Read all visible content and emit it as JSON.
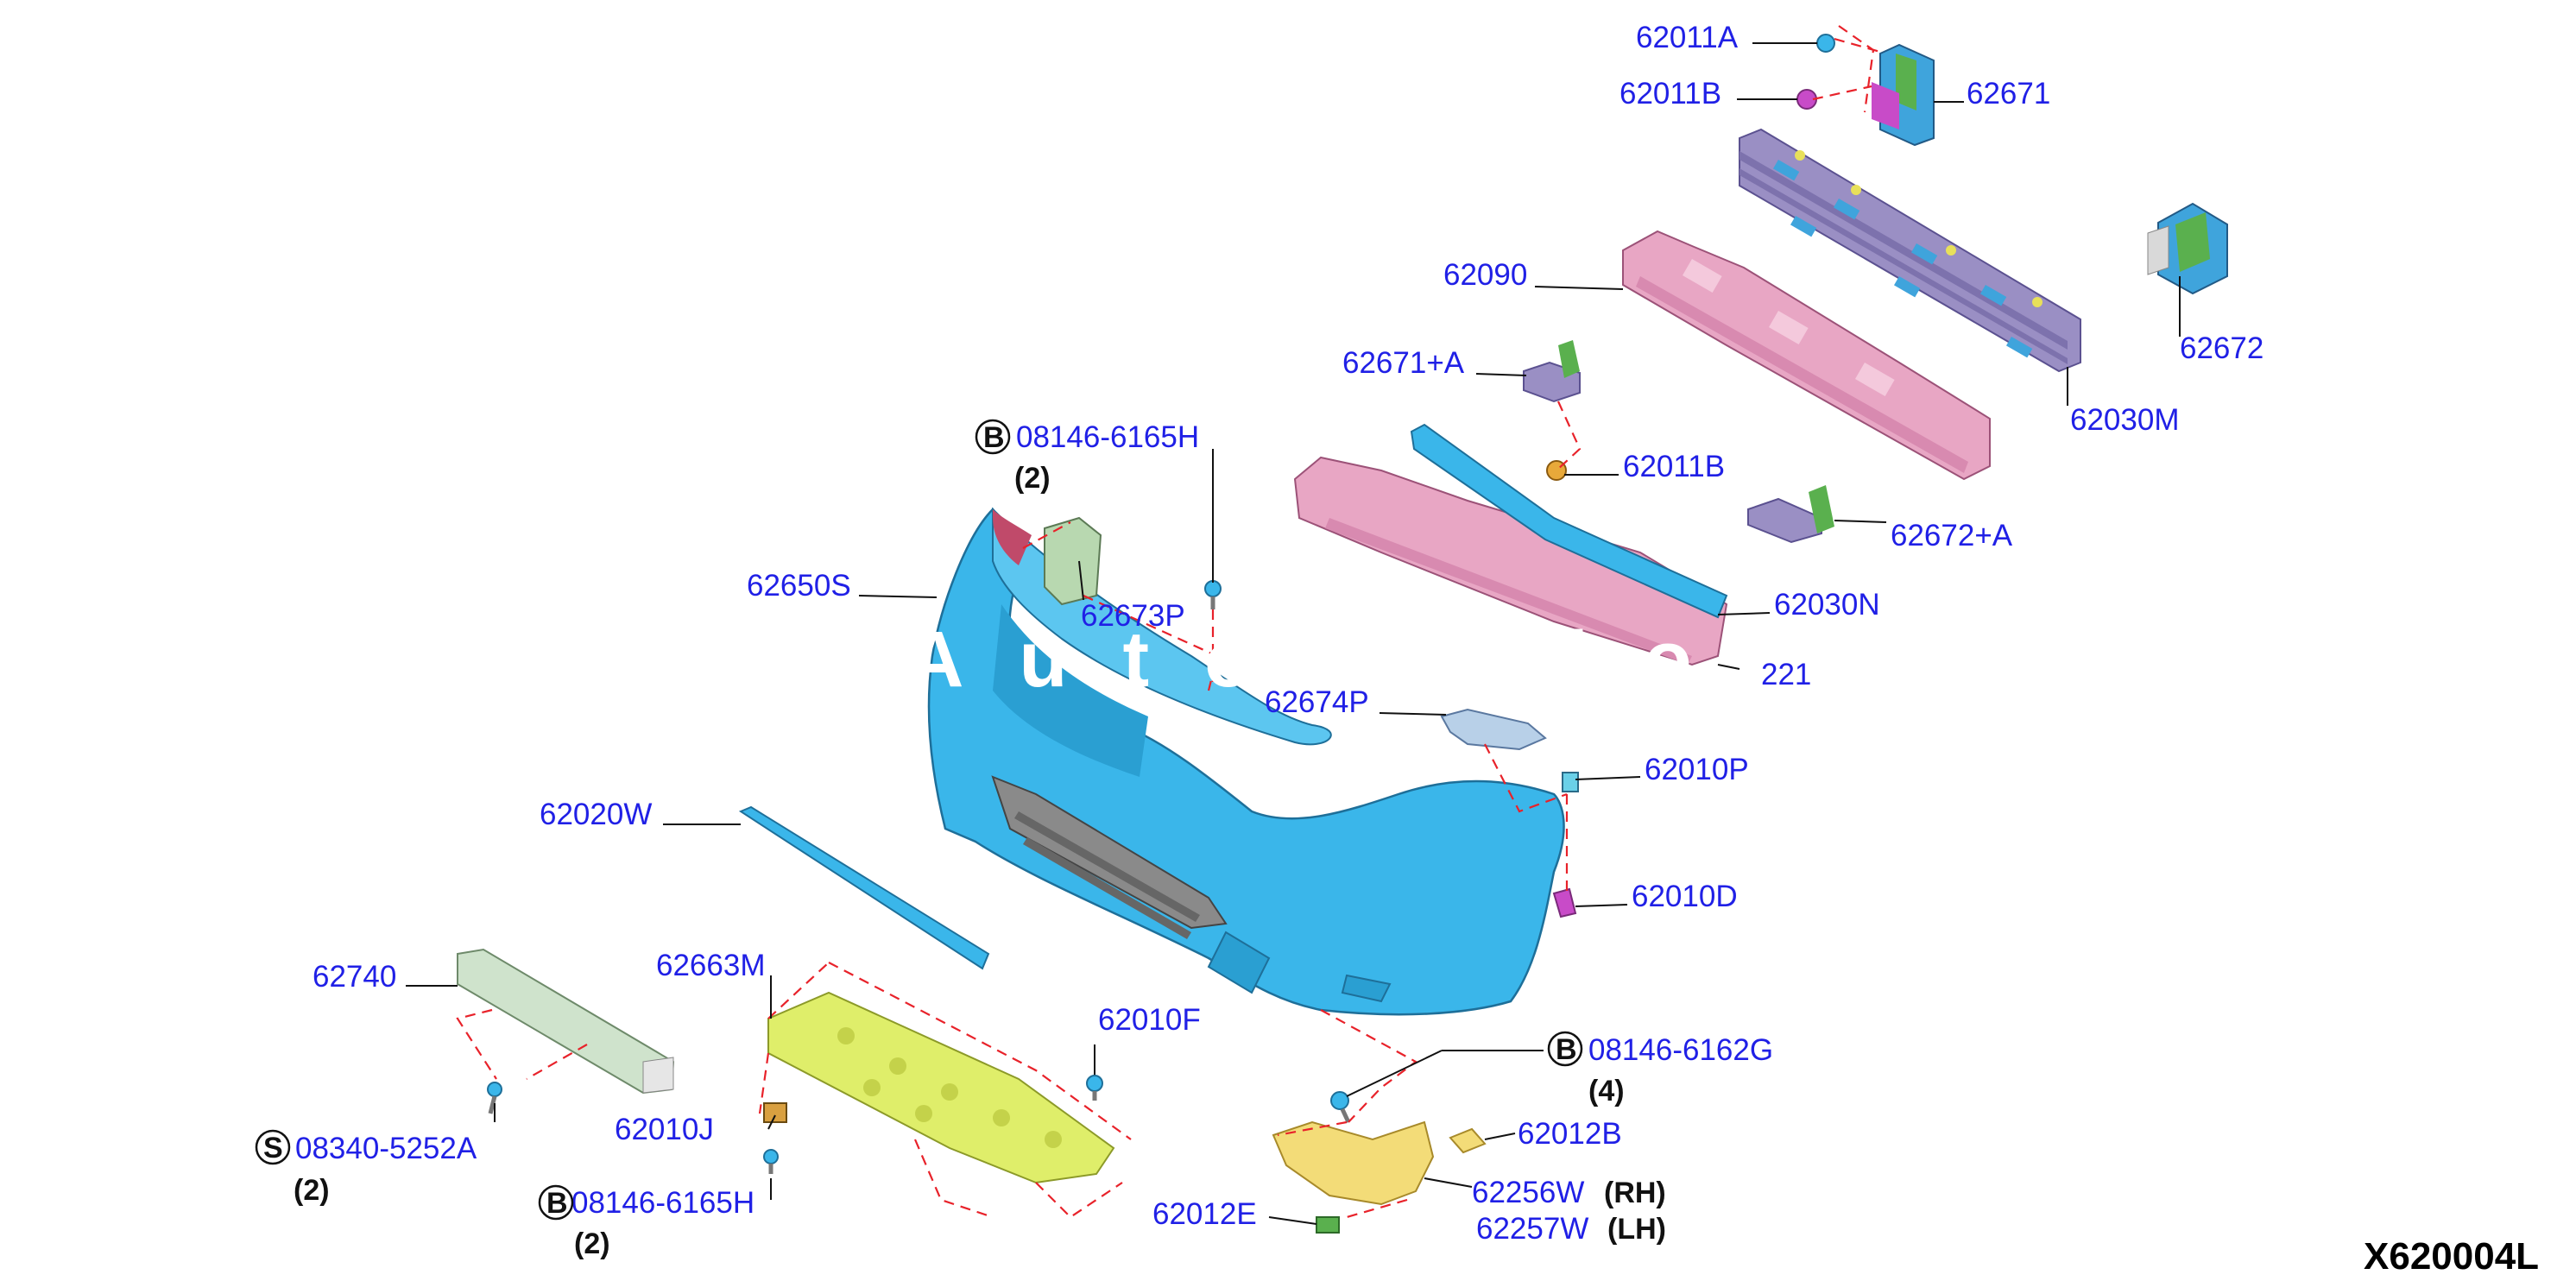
{
  "figure_id": "X620004L",
  "watermark": "Auto talo",
  "callouts": {
    "c62011A": "62011A",
    "c62011B_top": "62011B",
    "c62671": "62671",
    "c62090": "62090",
    "c62672": "62672",
    "c62671A": "62671+A",
    "c62030M": "62030M",
    "c08146_6165H_top": "08146-6165H",
    "c62011B_mid": "62011B",
    "c62672A": "62672+A",
    "c62650S": "62650S",
    "c62673P": "62673P",
    "c62030N": "62030N",
    "c221": "221",
    "c62674P": "62674P",
    "c62010P": "62010P",
    "c62020W": "62020W",
    "c62010D": "62010D",
    "c62740": "62740",
    "c62663M": "62663M",
    "c62010F": "62010F",
    "c08146_6162G": "08146-6162G",
    "c08340_5252A": "08340-5252A",
    "c62010J": "62010J",
    "c62012B": "62012B",
    "c62256W": "62256W",
    "c62257W": "62257W",
    "c08146_6165H_bot": "08146-6165H",
    "c62012E": "62012E"
  },
  "qualifiers": {
    "rh": "(RH)",
    "lh": "(LH)"
  },
  "quantities": {
    "q1": "(2)",
    "q2": "(4)",
    "q3": "(2)",
    "q4": "(2)"
  },
  "symbols": {
    "bolt_b": "B",
    "screw_s": "S"
  },
  "colors": {
    "label": "#2020e6",
    "leader_dash": "#e8222a",
    "fascia_blue": "#3ab6ea",
    "absorber_pink": "#e8a6c4",
    "reinforcement_purple": "#9a8fc4",
    "undercover_yellow": "#dfee6a",
    "bracket_yellow": "#f3dc78"
  }
}
